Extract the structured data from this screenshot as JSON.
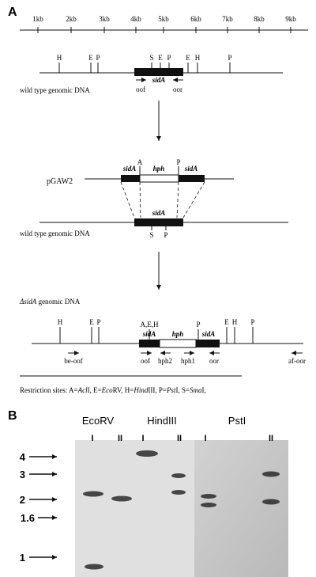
{
  "panel_a": {
    "label": "A",
    "scale": {
      "ticks": [
        "1kb",
        "2kb",
        "3kb",
        "4kb",
        "5kb",
        "6kb",
        "7kb",
        "8kb",
        "9kb"
      ]
    },
    "wild_type": {
      "sites": [
        "H",
        "E",
        "P",
        "S",
        "E",
        "P",
        "E",
        "H",
        "P"
      ],
      "gene": "sidA",
      "primer_left": "oof",
      "primer_right": "oor",
      "caption": "wild type genomic DNA"
    },
    "pgaw2": {
      "label": "pGAW2",
      "sites": [
        "A",
        "P"
      ],
      "segments": [
        "sidA",
        "hph",
        "sidA"
      ]
    },
    "wild_type_2": {
      "gene": "sidA",
      "sites": [
        "S",
        "P"
      ],
      "caption": "wild type genomic DNA"
    },
    "delta": {
      "caption_prefix": "Δ",
      "caption_gene": "sidA",
      "caption_suffix": " genomic DNA",
      "sites": [
        "H",
        "E",
        "P",
        "A,E,H",
        "P",
        "E",
        "H",
        "P"
      ],
      "segments": [
        "sidA",
        "hph",
        "sidA"
      ],
      "primers": [
        "be-oof",
        "oof",
        "hph2",
        "hph1",
        "oor",
        "af-oor"
      ]
    },
    "restriction": {
      "prefix": "Restriction sites: A=",
      "a_enz": "Acl",
      "a_tail": "I, E=",
      "e_enz": "Eco",
      "e_tail": "RV, H=",
      "h_enz": "Hind",
      "h_tail": "III, P=",
      "p_enz": "Pst",
      "p_tail": "I, S=",
      "s_enz": "Sma",
      "s_tail": "I,"
    }
  },
  "panel_b": {
    "label": "B",
    "enzymes": [
      "EcoRV",
      "HindIII",
      "PstI"
    ],
    "lanes": [
      "I",
      "II",
      "I",
      "II",
      "I",
      "II"
    ],
    "size_markers": [
      "4",
      "3",
      "2",
      "1.6",
      "1"
    ]
  }
}
